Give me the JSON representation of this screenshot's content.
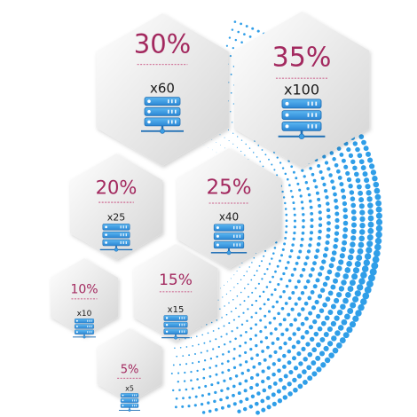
{
  "colors": {
    "percent": "#a3295f",
    "divider": "#c0306a",
    "count": "#1a1a1a",
    "hex_fill_top": "#ffffff",
    "hex_fill_bottom": "#dcdcdc",
    "server_blue": "#3c9ee5",
    "server_dark": "#1f6fb5",
    "dots": "#2f9ee8"
  },
  "items": [
    {
      "id": "30",
      "percent": "30%",
      "count": "x60",
      "icon": "server-rack-icon"
    },
    {
      "id": "35",
      "percent": "35%",
      "count": "x100",
      "icon": "server-rack-icon"
    },
    {
      "id": "20",
      "percent": "20%",
      "count": "x25",
      "icon": "server-rack-icon"
    },
    {
      "id": "25",
      "percent": "25%",
      "count": "x40",
      "icon": "server-rack-icon"
    },
    {
      "id": "10",
      "percent": "10%",
      "count": "x10",
      "icon": "server-rack-icon"
    },
    {
      "id": "15",
      "percent": "15%",
      "count": "x15",
      "icon": "server-rack-icon"
    },
    {
      "id": "5",
      "percent": "5%",
      "count": "x5",
      "icon": "server-rack-icon"
    }
  ]
}
